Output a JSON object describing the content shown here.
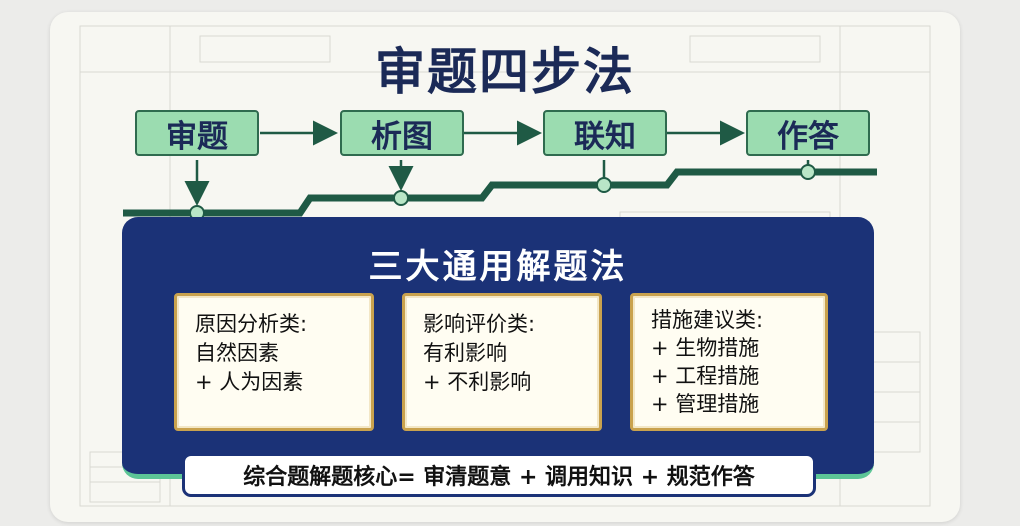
{
  "title": "审题四步法",
  "steps": [
    "审题",
    "析图",
    "联知",
    "作答"
  ],
  "methods": {
    "title": "三大通用解题法",
    "items": [
      {
        "lines": [
          "原因分析类:",
          "自然因素",
          "+ 人为因素"
        ]
      },
      {
        "lines": [
          "影响评价类:",
          "有利影响",
          "+ 不利影响"
        ]
      },
      {
        "lines": [
          "措施建议类:",
          "+ 生物措施",
          "+ 工程措施",
          "+ 管理措施"
        ]
      }
    ]
  },
  "core": "综合题解题核心= 审清题意 + 调用知识 + 规范作答",
  "colors": {
    "navy": "#1b2a57",
    "panel": "#1b3277",
    "step_fill": "#9bdcb0",
    "track": "#1f5a45",
    "node": "#b9e6c7",
    "gold": "#c9a24e"
  }
}
